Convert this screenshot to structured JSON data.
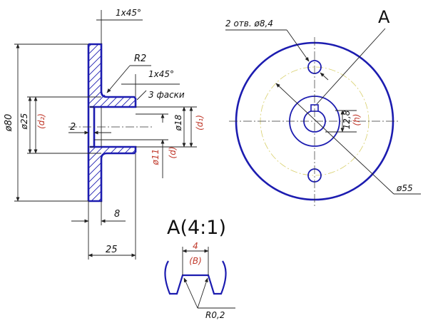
{
  "colors": {
    "outline": "#1c1cb0",
    "dimension_text": "#111111",
    "reference_text": "#c0392b",
    "pitch_circle": "#d8cf6a"
  },
  "section_view": {
    "chamfer_top": "1x45°",
    "fillet_radius": "R2",
    "chamfer_hub": "1x45°",
    "chamfer_note": "3 фаски",
    "diameter_flange": "ø80",
    "diameter_hub": "ø25",
    "diameter_hub_ref": "(d₂)",
    "diameter_bore": "ø18",
    "diameter_bore_ref": "(d₁)",
    "diameter_shaft": "ø11",
    "diameter_shaft_ref": "(d)",
    "hub_offset": "2",
    "flange_thickness": "8",
    "overall_length": "25"
  },
  "view_a": {
    "label": "A",
    "holes_note": "2 отв. ø8,4",
    "key_depth": "12,8",
    "key_depth_ref": "(h)",
    "diameter_pitch": "ø55"
  },
  "detail_a": {
    "title": "A(4:1)",
    "slot_width": "4",
    "slot_width_ref": "(B)",
    "corner_radius": "R0,2"
  }
}
